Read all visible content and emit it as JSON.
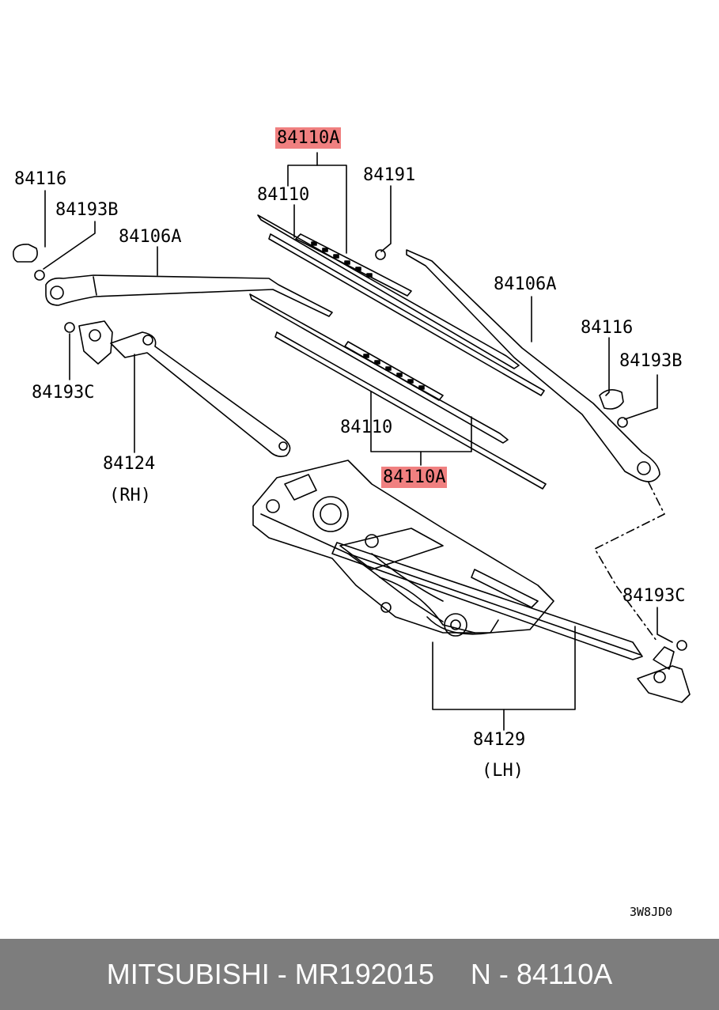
{
  "labels": {
    "top_highlight": "84110A",
    "l84191": "84191",
    "l84110_top": "84110",
    "l84116_left": "84116",
    "l84193b_left": "84193B",
    "l84106a_left": "84106A",
    "l84106a_right": "84106A",
    "l84116_right": "84116",
    "l84193b_right": "84193B",
    "l84193c_left": "84193C",
    "l84124": "84124",
    "rh": "(RH)",
    "l84110_bottom": "84110",
    "bottom_highlight": "84110A",
    "l84193c_right": "84193C",
    "l84129": "84129",
    "lh": "(LH)",
    "diagram_code": "3W8JD0"
  },
  "footer": {
    "brand": "MITSUBISHI - MR192015",
    "number": "N - 84110A"
  },
  "colors": {
    "highlight": "#f08080",
    "footer_bg": "#7d7d7d"
  }
}
